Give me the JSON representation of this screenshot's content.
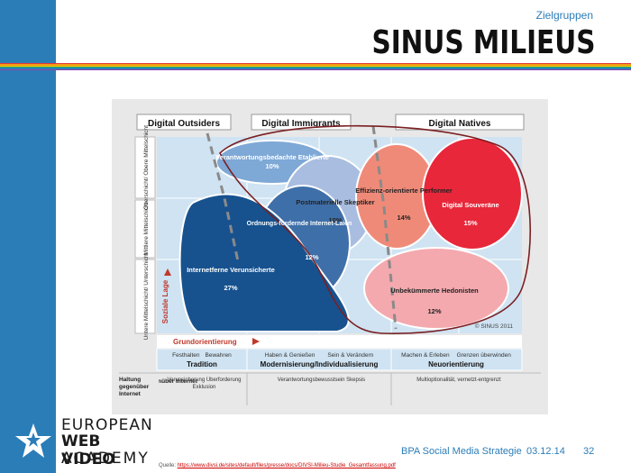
{
  "header": {
    "section": "Zielgruppen",
    "title": "SINUS MILIEUS"
  },
  "colors": {
    "sidebar": "#2b7db8",
    "accent": "#c0392b",
    "stripe": [
      "#e03a3a",
      "#f39c12",
      "#f1c40f",
      "#27ae60",
      "#2980b9",
      "#8e44ad"
    ]
  },
  "figure": {
    "groups": [
      "Digital Outsiders",
      "Digital Immigrants",
      "Digital Natives"
    ],
    "y_labels": [
      "Oberschicht/ Obere Mittelschicht",
      "Mittlere Mittelschicht",
      "Untere Mittelschicht/ Unterschicht"
    ],
    "y_axis": "Soziale Lage",
    "x_axis": "Grundorientierung",
    "milieus": [
      {
        "name": "Verantwortungsbedachte Etablierte",
        "pct": "10%"
      },
      {
        "name": "Postmaterielle Skeptiker",
        "pct": "10%"
      },
      {
        "name": "Effizienz-orientierte Performer",
        "pct": "14%"
      },
      {
        "name": "Digital Souveräne",
        "pct": "15%"
      },
      {
        "name": "Ordnungs-fordernde Internet-Laien",
        "pct": "12%"
      },
      {
        "name": "Internetferne Verunsicherte",
        "pct": "27%"
      },
      {
        "name": "Unbekümmerte Hedonisten",
        "pct": "12%"
      }
    ],
    "copyright": "© SINUS 2011",
    "orientations": [
      {
        "sub": [
          "Festhalten",
          "Bewahren"
        ],
        "title": "Tradition"
      },
      {
        "sub": [
          "Haben & Genießen",
          "Sein & Verändern"
        ],
        "title": "Modernisierung/Individualisierung"
      },
      {
        "sub": [
          "Machen & Erleben",
          "Grenzen überwinden"
        ],
        "title": "Neuorientierung"
      }
    ],
    "attitude_label": "Haltung gegenüber Internet",
    "attitudes": [
      "Verunsicherung Überforderung Exklusion",
      "Verantwortungsbewusstsein Skepsis",
      "Multioptionalität, vernetzt-entgrenzt"
    ]
  },
  "footer": {
    "deck": "BPA Social Media Strategie",
    "date": "03.12.14",
    "page": "32"
  },
  "source": {
    "prefix": "Quelle: ",
    "url": "https://www.divsi.de/sites/default/files/presse/docs/DIVSI-Milieu-Studie_Gesamtfassung.pdf"
  },
  "logo": {
    "line1": "EUROPEAN",
    "line2": "WEB VIDEO",
    "line3": "ACADEMY",
    "icon": "star-icon"
  }
}
